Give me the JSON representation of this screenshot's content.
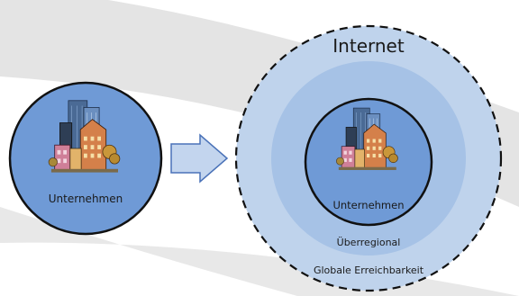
{
  "company_left": {
    "label": "Unternehmen"
  },
  "internet_diagram": {
    "title": "Internet",
    "company_label": "Unternehmen",
    "regional_label": "Überregional",
    "global_label": "Globale Erreichbarkeit"
  },
  "colors": {
    "swoosh": "#e4e4e4",
    "outer_ring": "#bfd3ec",
    "middle_ring": "#a6c2e6",
    "inner_circle": "#6f9ad6",
    "arrow_fill": "#c3d5ee",
    "arrow_stroke": "#4a72b8",
    "outline": "#111111"
  },
  "icons": [
    "city-buildings-icon",
    "right-arrow-icon"
  ]
}
